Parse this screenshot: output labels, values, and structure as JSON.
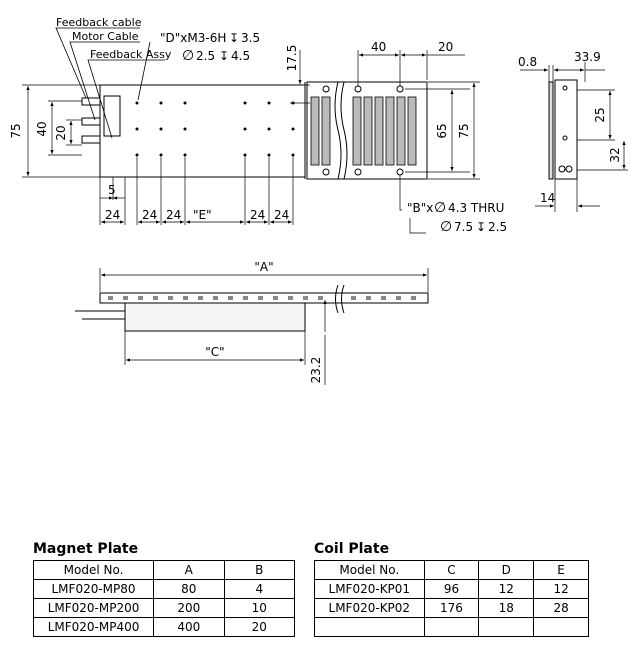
{
  "callouts": {
    "feedback_cable": "Feedback cable",
    "motor_cable": "Motor Cable",
    "feedback_assy": "Feedback Assy"
  },
  "notes": {
    "tap_spec": "\"D\"xM3-6H",
    "tap_depth": "3.5",
    "hole_dia": "2.5",
    "hole_depth": "4.5",
    "thru_prefix": "\"B\"x",
    "thru_dia": "4.3 THRU",
    "cbore_dia": "7.5",
    "cbore_depth": "2.5"
  },
  "dims": {
    "d75_left": "75",
    "d40": "40",
    "d20": "20",
    "d5": "5",
    "d24_a": "24",
    "d24_b": "24",
    "d24_c": "24",
    "e_label": "\"E\"",
    "d24_d": "24",
    "d24_e": "24",
    "d17_5": "17.5",
    "d40_top": "40",
    "d20_top": "20",
    "d65": "65",
    "d75_right": "75",
    "d0_8": "0.8",
    "d33_9": "33.9",
    "d25": "25",
    "d32": "32",
    "d14": "14",
    "a_label": "\"A\"",
    "c_label": "\"C\"",
    "d23_2": "23.2"
  },
  "magnet_table": {
    "title": "Magnet Plate",
    "headers": [
      "Model No.",
      "A",
      "B"
    ],
    "rows": [
      [
        "LMF020-MP80",
        "80",
        "4"
      ],
      [
        "LMF020-MP200",
        "200",
        "10"
      ],
      [
        "LMF020-MP400",
        "400",
        "20"
      ]
    ]
  },
  "coil_table": {
    "title": "Coil Plate",
    "headers": [
      "Model No.",
      "C",
      "D",
      "E"
    ],
    "rows": [
      [
        "LMF020-KP01",
        "96",
        "12",
        "12"
      ],
      [
        "LMF020-KP02",
        "176",
        "18",
        "28"
      ],
      [
        "",
        "",
        "",
        ""
      ]
    ]
  }
}
